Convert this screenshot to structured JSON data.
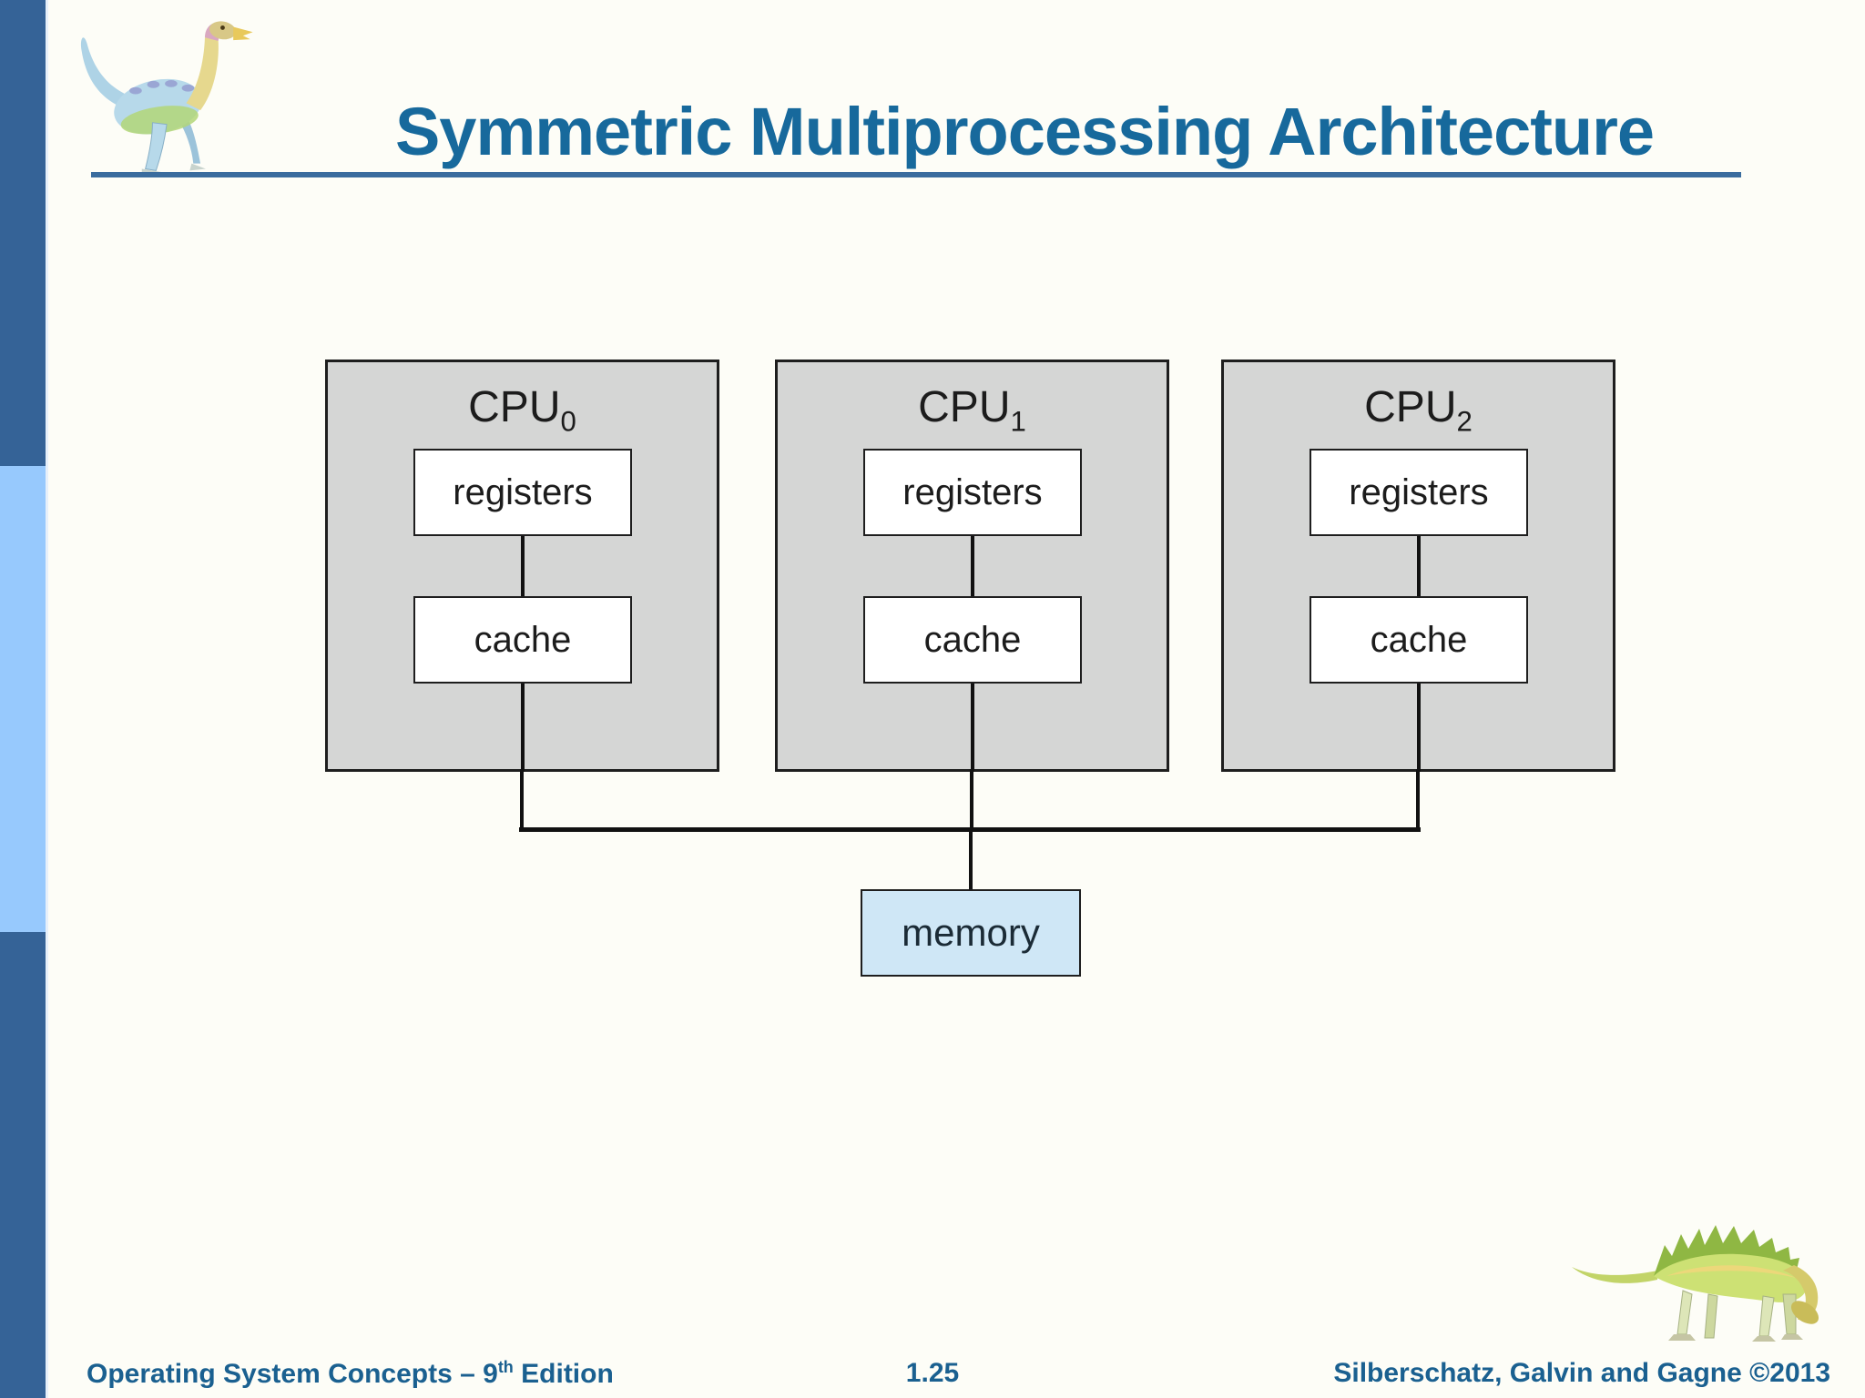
{
  "slide": {
    "title": "Symmetric Multiprocessing Architecture",
    "footer": {
      "left_prefix": "Operating System Concepts – 9",
      "left_superscript": "th",
      "left_suffix": " Edition",
      "page_number": "1.25",
      "authors": "Silberschatz, Galvin and Gagne ©2013"
    }
  },
  "diagram": {
    "cpus": [
      {
        "name": "CPU",
        "sub": "0",
        "registers": "registers",
        "cache": "cache"
      },
      {
        "name": "CPU",
        "sub": "1",
        "registers": "registers",
        "cache": "cache"
      },
      {
        "name": "CPU",
        "sub": "2",
        "registers": "registers",
        "cache": "cache"
      }
    ],
    "memory": "memory"
  },
  "icons": {
    "top_left": "dinosaur-logo",
    "bottom_right": "dinosaur-logo"
  },
  "colors": {
    "background": "#fdfdf7",
    "sidebar_dark": "#356397",
    "sidebar_light": "#97c9fd",
    "title_color": "#17699c",
    "rule_color": "#3a6c9e",
    "footer_color": "#1a6090",
    "bottom_bar": "#1c2440",
    "cpu_fill": "#d5d6d5",
    "inner_fill": "#ffffff",
    "memory_fill": "#cfe7f6",
    "box_border": "#1e1e1e",
    "line_color": "#111111"
  }
}
